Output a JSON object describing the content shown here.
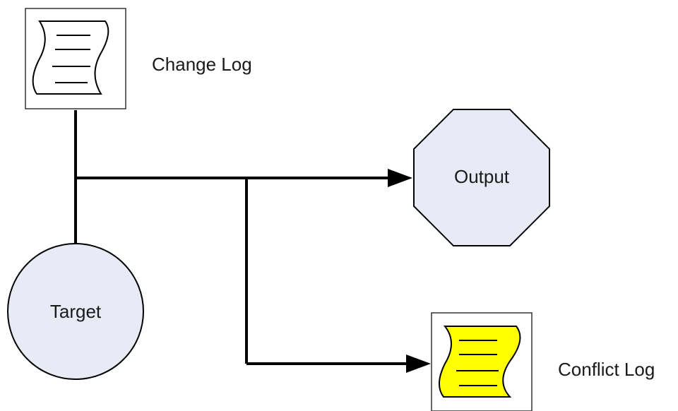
{
  "nodes": {
    "change_log": {
      "label": "Change Log",
      "icon": "document-icon",
      "fill": "#ffffff"
    },
    "output": {
      "label": "Output",
      "shape": "octagon",
      "fill": "#e8ebf5"
    },
    "target": {
      "label": "Target",
      "shape": "circle",
      "fill": "#e8ebf5"
    },
    "conflict_log": {
      "label": "Conflict Log",
      "icon": "document-icon",
      "fill": "#ffff00"
    }
  },
  "edges": [
    {
      "from": "change_log",
      "to": "output",
      "arrow": true
    },
    {
      "from": "change_log",
      "to": "conflict_log",
      "arrow": true
    },
    {
      "from": "change_log",
      "to": "target",
      "arrow": false
    }
  ],
  "colors": {
    "stroke": "#000000",
    "shape_fill": "#e8ebf5",
    "highlight": "#ffff00"
  }
}
